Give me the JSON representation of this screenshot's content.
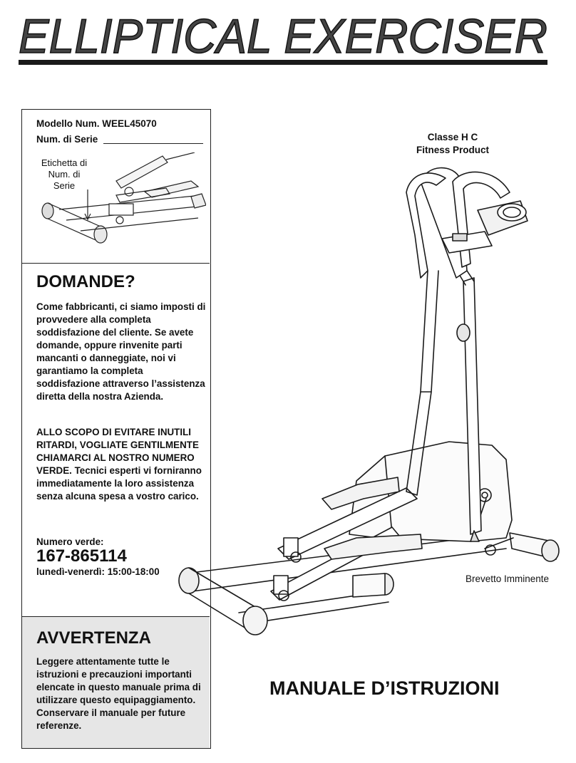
{
  "header": {
    "title": "ELLIPTICAL EXERCISER"
  },
  "model_box": {
    "model_label": "Modello Num. WEEL45070",
    "serial_label": "Num. di Serie",
    "serial_tag_label": "Etichetta di Num. di Serie"
  },
  "domande": {
    "heading": "DOMANDE?",
    "paragraph1": "Come fabbricanti, ci siamo imposti di provvedere alla completa soddisfazione del cliente. Se avete domande, oppure rinvenite parti mancanti o danneggiate, noi vi garantiamo la completa soddisfazione attraverso l’assistenza diretta della nostra Azienda.",
    "paragraph2": "ALLO SCOPO DI EVITARE INUTILI RITARDI, VOGLIATE GENTILMENTE CHIAMARCI AL NOSTRO NUMERO VERDE. Tecnici esperti vi forniranno immediatamente la loro assistenza senza alcuna spesa a vostro carico.",
    "phone_label": "Numero verde:",
    "phone_number": "167-865114",
    "phone_hours": "lunedì-venerdì: 15:00-18:00"
  },
  "avvertenza": {
    "heading": "AVVERTENZA",
    "text": "Leggere attentamente tutte le istruzioni e precauzioni importanti elencate in questo manuale prima di utilizzare questo equipaggiamento. Conservare il manuale per future referenze."
  },
  "right": {
    "class_line1": "Classe H C",
    "class_line2": "Fitness Product",
    "patent": "Brevetto Imminente",
    "manual_title": "MANUALE D’ISTRUZIONI"
  }
}
